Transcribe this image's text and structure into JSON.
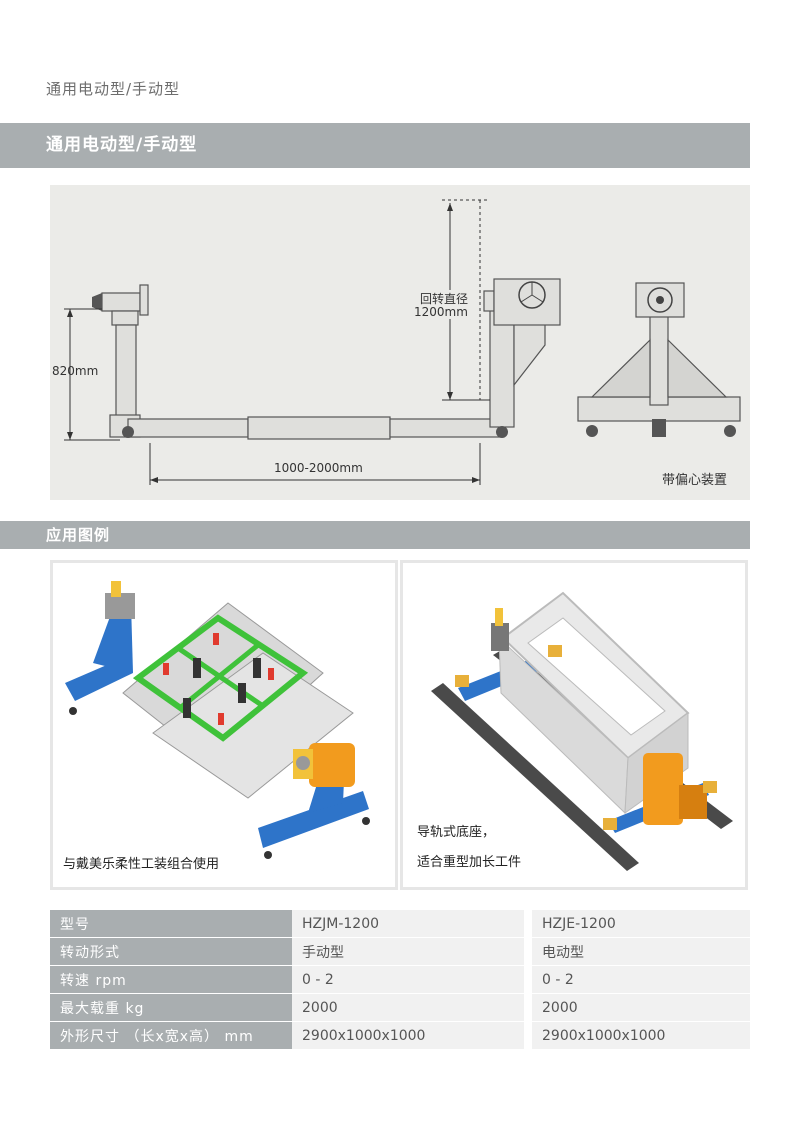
{
  "header": {
    "top_label": "通用电动型/手动型",
    "section_title": "通用电动型/手动型",
    "application_title": "应用图例"
  },
  "diagram": {
    "height_label": "820mm",
    "rotation_label_line1": "回转直径",
    "rotation_label_line2": "1200mm",
    "length_label": "1000-2000mm",
    "eccentric_label": "带偏心装置"
  },
  "examples": {
    "left_caption": "与戴美乐柔性工装组合使用",
    "right_caption_line1": "导轨式底座，",
    "right_caption_line2": "适合重型加长工件"
  },
  "specs": {
    "rows": [
      {
        "key": "型号",
        "manual": "HZJM-1200",
        "electric": "HZJE-1200"
      },
      {
        "key": "转动形式",
        "manual": "手动型",
        "electric": "电动型"
      },
      {
        "key": "转速 rpm",
        "manual": "0 - 2",
        "electric": "0 - 2"
      },
      {
        "key": "最大载重 kg",
        "manual": "2000",
        "electric": "2000"
      },
      {
        "key": "外形尺寸 （长x宽x高） mm",
        "manual": "2900x1000x1000",
        "electric": "2900x1000x1000"
      }
    ]
  },
  "colors": {
    "bar_gray": "#a9aeb0",
    "frame_blue": "#2e74c9",
    "fixture_green": "#3fc23a",
    "headstock_orange": "#f29b1e"
  }
}
